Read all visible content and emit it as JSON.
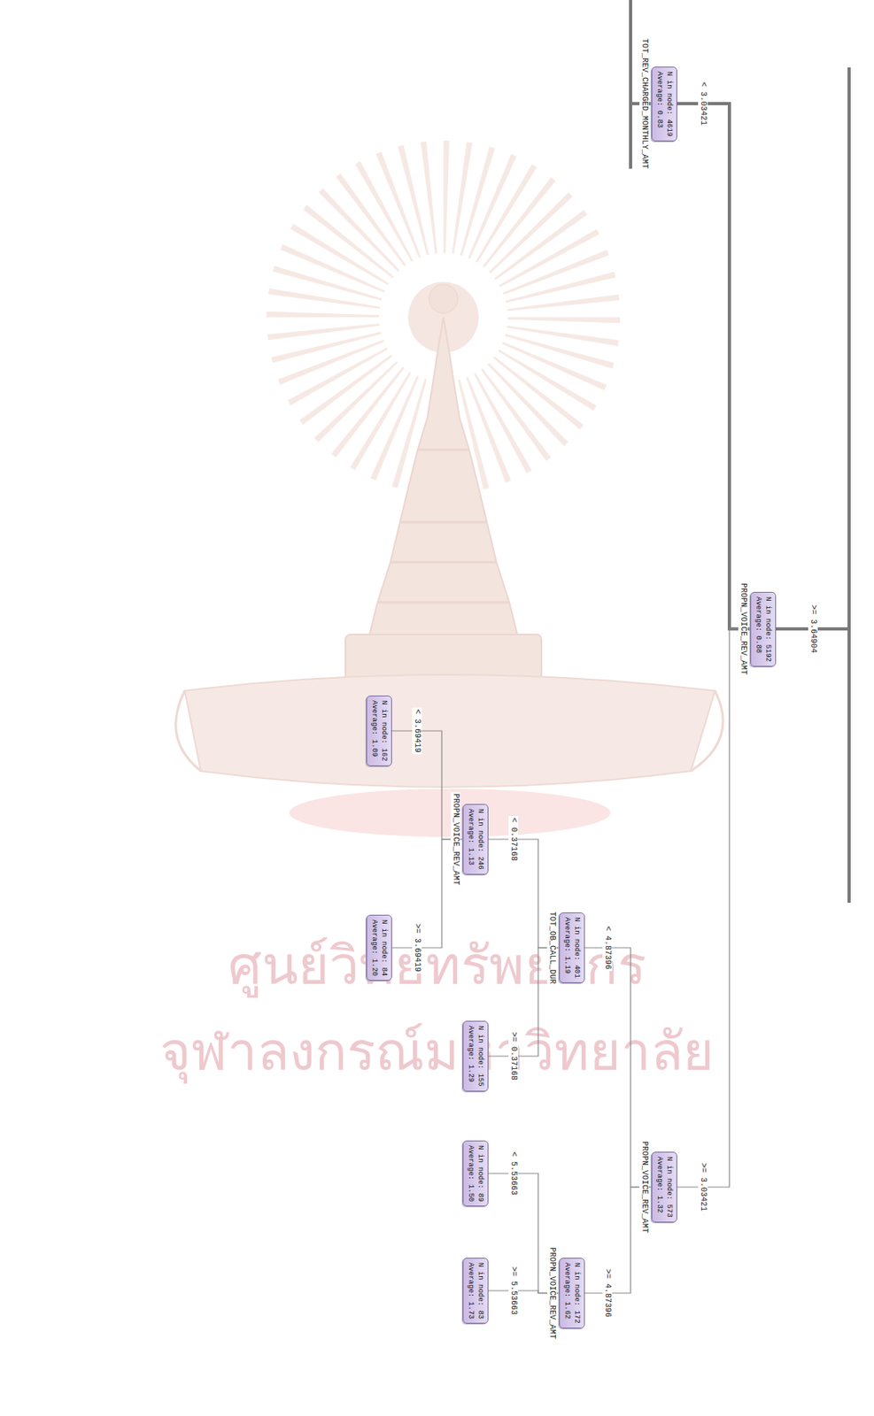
{
  "diagram": {
    "nodes": [
      {
        "text": [
          "N in node: 5192",
          "Average: 0.88"
        ]
      },
      {
        "text": [
          "N in node: 4619",
          "Average: 0.83"
        ]
      },
      {
        "text": [
          "N in node: 573",
          "Average: 1.32"
        ]
      },
      {
        "text": [
          "N in node: 401",
          "Average: 1.19"
        ]
      },
      {
        "text": [
          "N in node: 172",
          "Average: 1.62"
        ]
      },
      {
        "text": [
          "N in node: 246",
          "Average: 1.13"
        ]
      },
      {
        "text": [
          "N in node: 155",
          "Average: 1.29"
        ]
      },
      {
        "text": [
          "N in node: 89",
          "Average: 1.50"
        ]
      },
      {
        "text": [
          "N in node: 83",
          "Average: 1.73"
        ]
      },
      {
        "text": [
          "N in node: 162",
          "Average: 1.09"
        ]
      },
      {
        "text": [
          "N in node: 84",
          "Average: 1.20"
        ]
      }
    ],
    "edges": [
      {
        "from": 0,
        "to": 1,
        "label": "< 3.03421",
        "arrow": "none"
      },
      {
        "from": 0,
        "to": 2,
        "label": ">= 3.03421",
        "arrow": "none"
      },
      {
        "from": 2,
        "to": 3,
        "label": "< 4.87396",
        "arrow": "none"
      },
      {
        "from": 2,
        "to": 4,
        "label": ">= 4.87396",
        "arrow": "none"
      },
      {
        "from": 3,
        "to": 5,
        "label": "< 0.37168",
        "arrow": "none"
      },
      {
        "from": 3,
        "to": 6,
        "label": ">= 0.37168",
        "arrow": "none"
      },
      {
        "from": 4,
        "to": 7,
        "label": "< 5.53663",
        "arrow": "none"
      },
      {
        "from": 4,
        "to": 8,
        "label": ">= 5.53663",
        "arrow": "none"
      },
      {
        "from": 5,
        "to": 9,
        "label": "< 3.69419",
        "arrow": "none"
      },
      {
        "from": 5,
        "to": 10,
        "label": ">= 3.69419",
        "arrow": "none"
      }
    ],
    "labels": [
      ">= 3.64904",
      "TOT_REV_CHARGED_MONTHLY_AMT",
      "PROPN_VOICE_REV_AMT",
      "PROPN_VOICE_REV_AMT",
      "TOT_OB_CALL_DUR",
      "PROPN_VOICE_REV_AMT",
      "PROPN_VOICE_REV_AMT",
      "ศูนย์วิทยทรัพยากร",
      "จุฬาลงกรณ์มหาวิทยาลัย"
    ]
  }
}
